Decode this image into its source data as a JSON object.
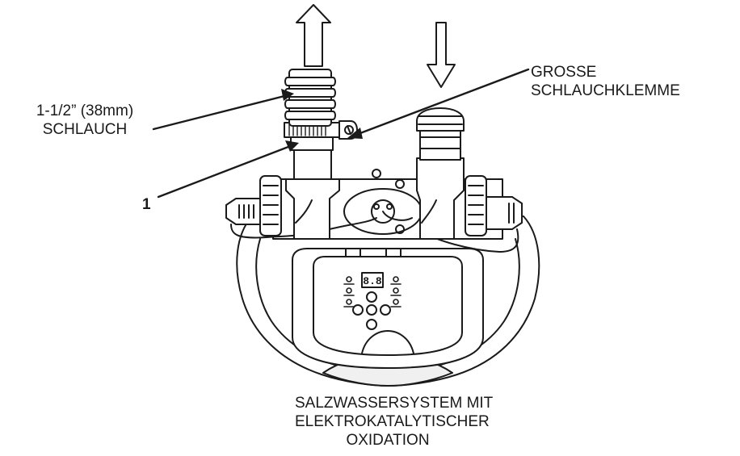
{
  "labels": {
    "clamp": [
      "GROSSE",
      "SCHLAUCHKLEMME"
    ],
    "hose": [
      "1-1/2” (38mm)",
      "SCHLAUCH"
    ],
    "callout": "1",
    "caption": [
      "SALZWASSERSYSTEM MIT",
      "ELEKTROKATALYTISCHER",
      "OXIDATION"
    ],
    "display": "8.8"
  },
  "icons": {
    "flow_out": "arrow-up-icon",
    "flow_in": "arrow-down-icon"
  },
  "colors": {
    "line": "#1a1a1a",
    "fill": "#ffffff",
    "shade": "#d9d9d9"
  }
}
